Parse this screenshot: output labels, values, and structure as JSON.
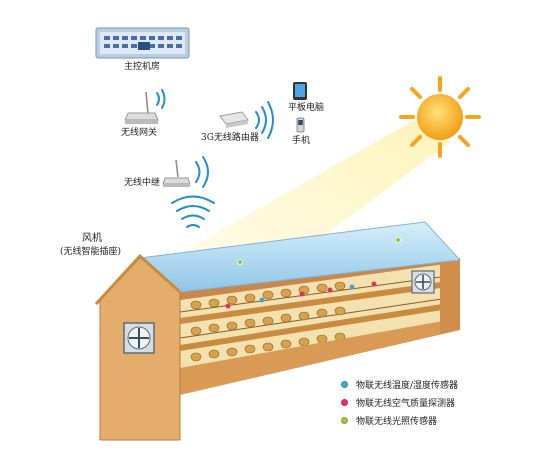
{
  "labels": {
    "control_room": "主控机房",
    "wireless_gateway": "无线网关",
    "router_3g": "3G无线路由器",
    "tablet": "平板电脑",
    "phone": "手机",
    "repeater": "无线中继",
    "fan_line1": "风机",
    "fan_line2": "(无线智能插座)"
  },
  "legend": [
    {
      "label": "物联无线温度/湿度传感器",
      "color": "#3fa7d6"
    },
    {
      "label": "物联无线空气质量探测器",
      "color": "#e0345a"
    },
    {
      "label": "物联无线光照传感器",
      "color": "#9bc53d"
    }
  ],
  "colors": {
    "wall_front": "#e4ad6b",
    "wall_side": "#d89a55",
    "interior": "#f3e2b0",
    "roof": "#a9d6ef",
    "sun": "#f9b81b",
    "wifi": "#1f8fd1"
  }
}
